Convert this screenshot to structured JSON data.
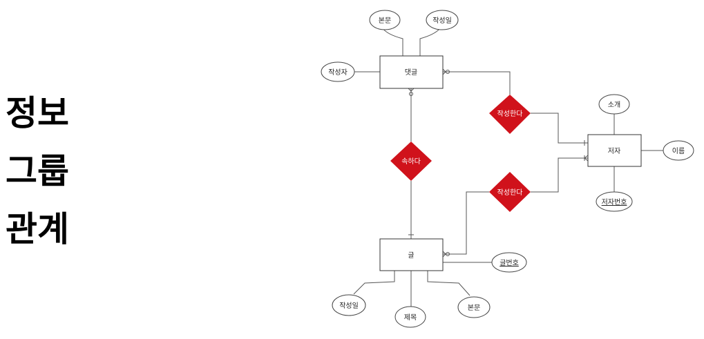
{
  "title_lines": [
    "정보",
    "그룹",
    "관계"
  ],
  "colors": {
    "relationship_fill": "#d0121b",
    "line": "#555555",
    "text": "#222222"
  },
  "entities": {
    "comment": "댓글",
    "author": "저자",
    "post": "글"
  },
  "relationships": {
    "comment_author": "작성한다",
    "comment_post": "속하다",
    "post_author": "작성한다"
  },
  "attributes": {
    "comment_body": "본문",
    "comment_date": "작성일",
    "comment_writer": "작성자",
    "author_intro": "소개",
    "author_name": "이름",
    "author_id": "저자번호",
    "post_id": "글번호",
    "post_date": "작성일",
    "post_title": "제목",
    "post_body": "본문"
  }
}
